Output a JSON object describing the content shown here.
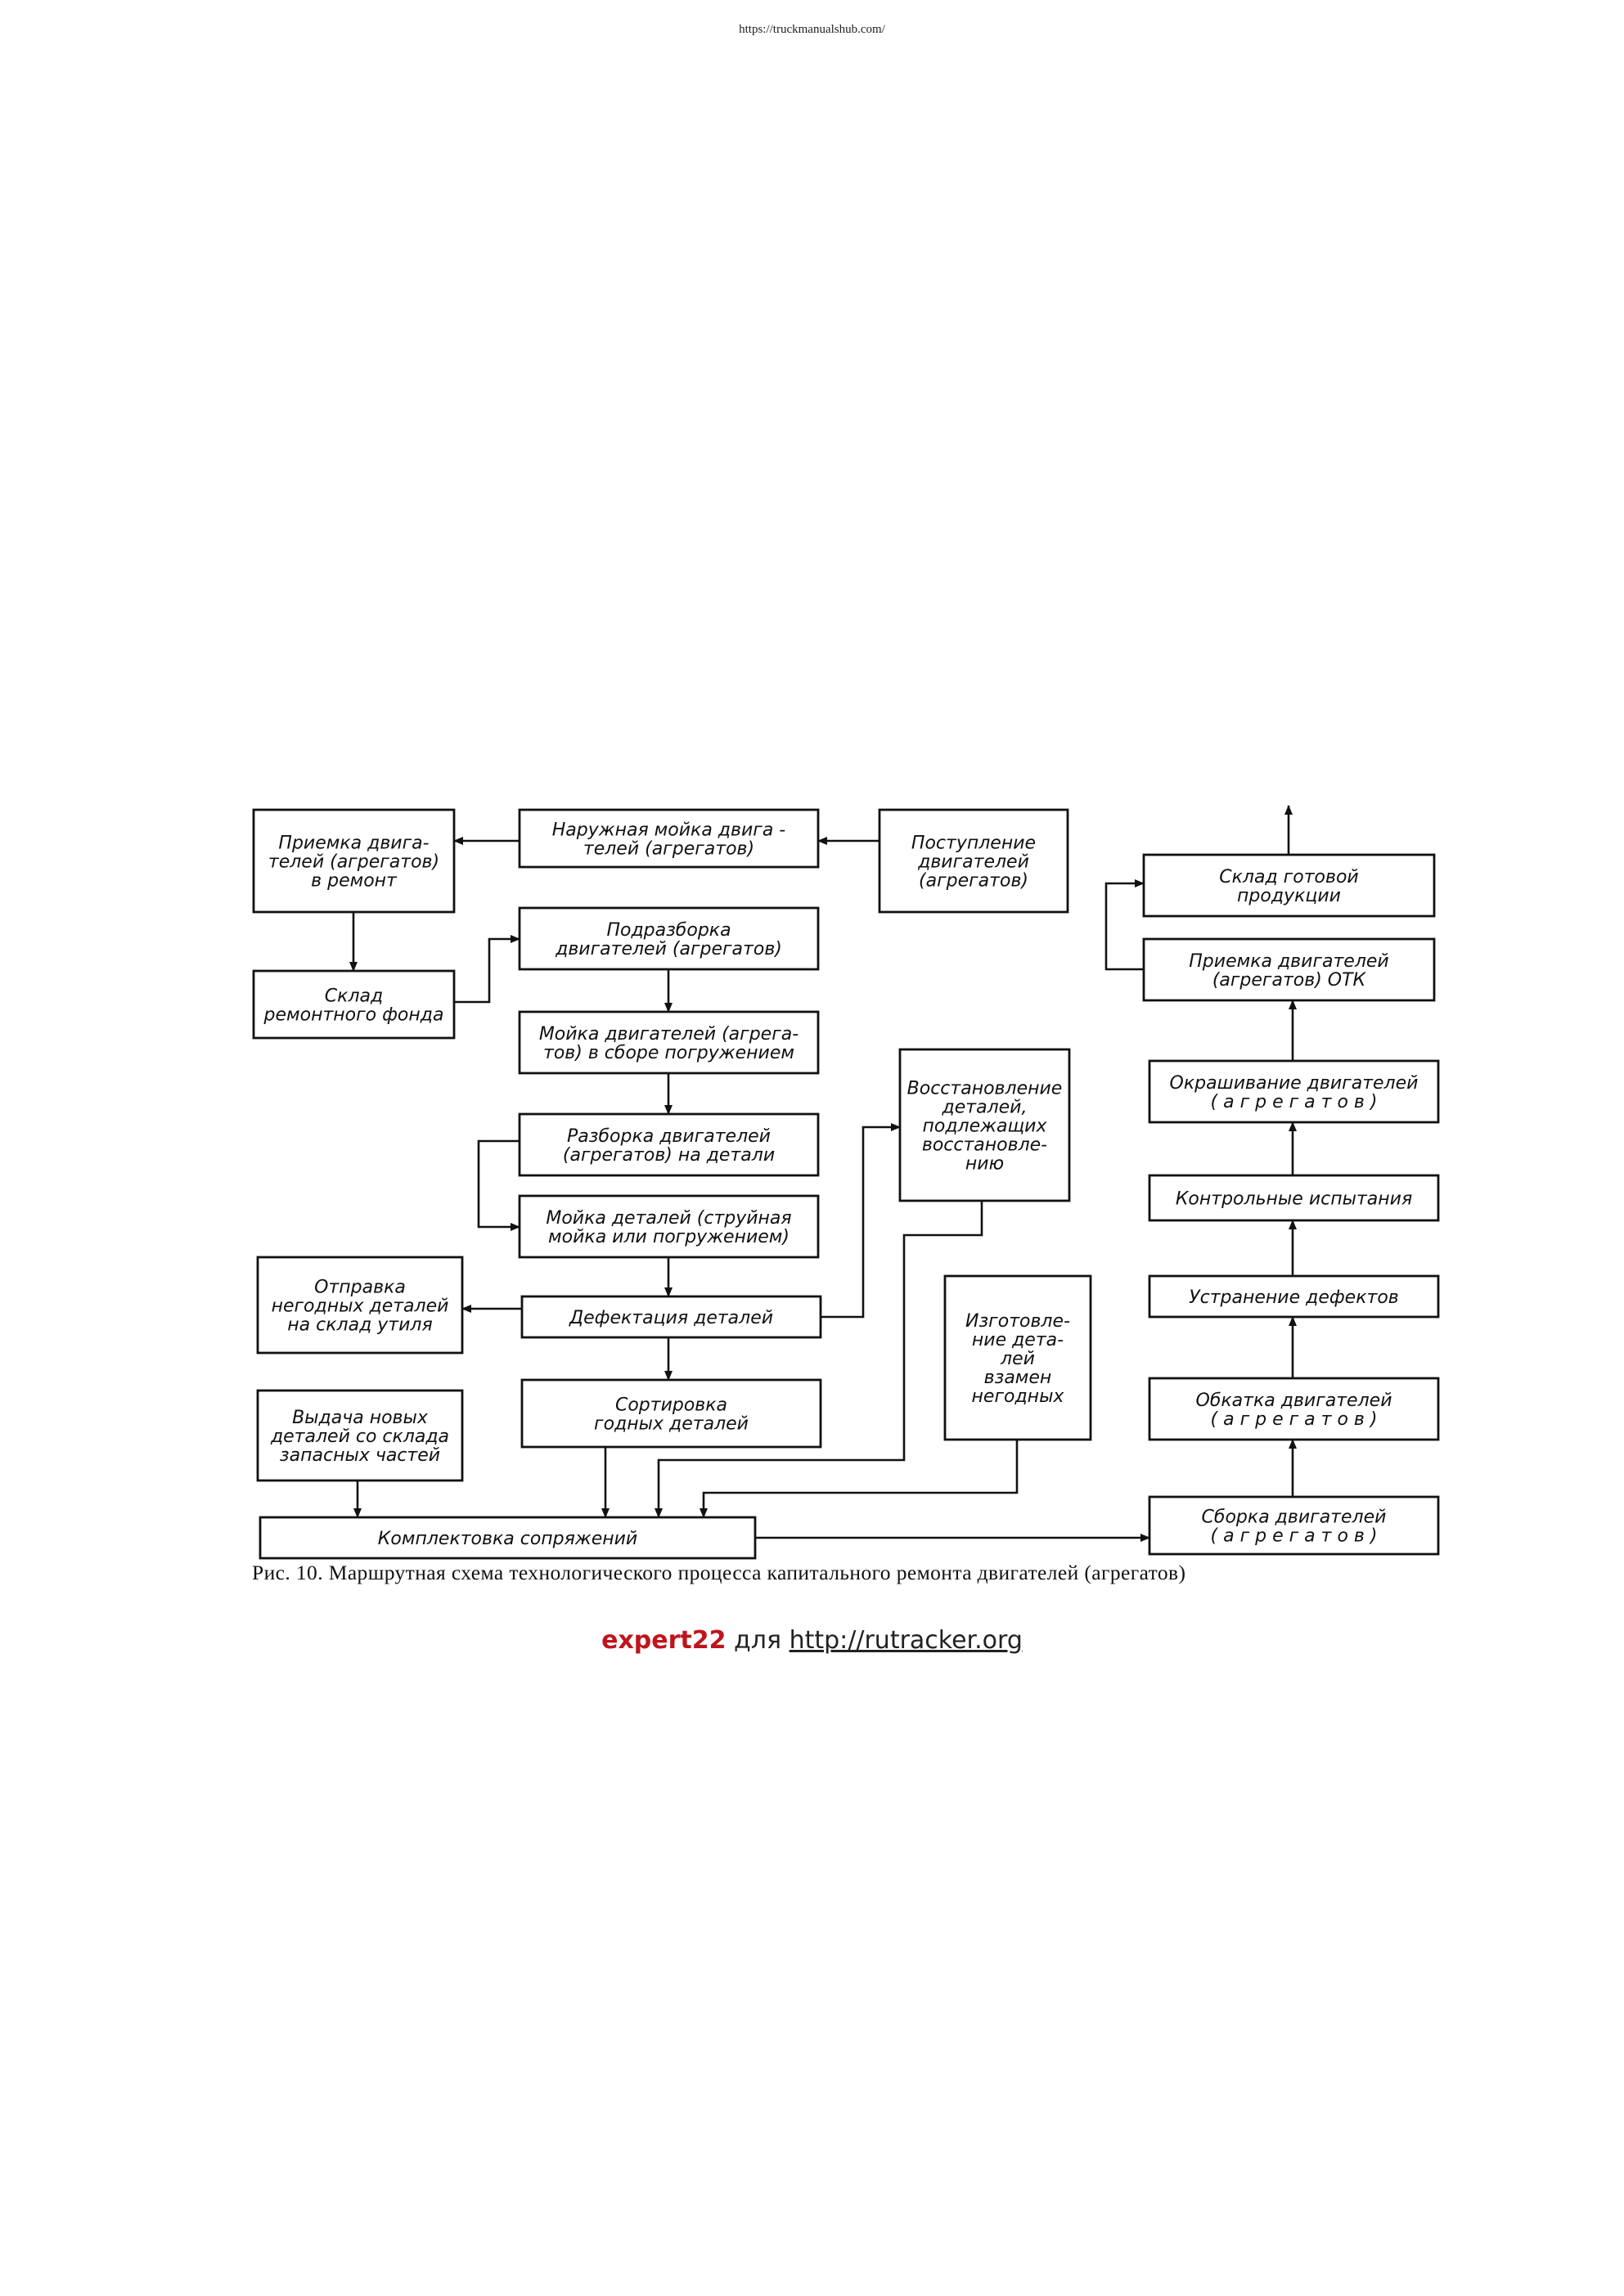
{
  "header": {
    "url": "https://truckmanualshub.com/"
  },
  "diagram": {
    "nodes": [
      {
        "id": "priemka-remont",
        "lines": [
          "Приемка двига-",
          "телей (агрегатов)",
          "в ремонт"
        ]
      },
      {
        "id": "naruzhnaya-moyka",
        "lines": [
          "Наружная мойка двига -",
          "телей (агрегатов)"
        ]
      },
      {
        "id": "postuplenie",
        "lines": [
          "Поступление",
          "двигателей",
          "(агрегатов)"
        ]
      },
      {
        "id": "sklad-remfond",
        "lines": [
          "Склад",
          "ремонтного    фонда"
        ]
      },
      {
        "id": "podrazborka",
        "lines": [
          "Подразборка",
          "двигателей (агрегатов)"
        ]
      },
      {
        "id": "moyka-v-sbore",
        "lines": [
          "Мойка двигателей (агрега-",
          "тов) в сборе погружением"
        ]
      },
      {
        "id": "razborka",
        "lines": [
          "Разборка двигателей",
          "(агрегатов) на детали"
        ]
      },
      {
        "id": "moyka-detaley",
        "lines": [
          "Мойка деталей (струйная",
          "мойка или погружением)"
        ]
      },
      {
        "id": "vosstanovlenie",
        "lines": [
          "Восстановление",
          "деталей,",
          "подлежащих",
          "восстановле-",
          "нию"
        ]
      },
      {
        "id": "otpravka",
        "lines": [
          "Отправка",
          "негодных деталей",
          "на склад утиля"
        ]
      },
      {
        "id": "defektaciya",
        "lines": [
          "Дефектация деталей"
        ]
      },
      {
        "id": "izgotovlenie",
        "lines": [
          "Изготовле-",
          "ние дета-",
          "лей",
          "взамен",
          "негодных"
        ]
      },
      {
        "id": "vydacha",
        "lines": [
          "Выдача новых",
          "деталей со склада",
          "запасных частей"
        ]
      },
      {
        "id": "sortirovka",
        "lines": [
          "Сортировка",
          "годных деталей"
        ]
      },
      {
        "id": "komplektovka",
        "lines": [
          "Комплектовка сопряжений"
        ]
      },
      {
        "id": "sborka",
        "lines": [
          "Сборка двигателей",
          "( а г р е г а т о в )"
        ]
      },
      {
        "id": "obkatka",
        "lines": [
          "Обкатка двигателей",
          "( а г р е г а т о в )"
        ]
      },
      {
        "id": "ustranenie",
        "lines": [
          "Устранение дефектов"
        ]
      },
      {
        "id": "kontrol",
        "lines": [
          "Контрольные испытания"
        ]
      },
      {
        "id": "okrashivanie",
        "lines": [
          "Окрашивание двигателей",
          "( а г р е г а т о в )"
        ]
      },
      {
        "id": "priemka-otk",
        "lines": [
          "Приемка двигателей",
          "(агрегатов) ОТК"
        ]
      },
      {
        "id": "sklad-gotovoy",
        "lines": [
          "Склад готовой",
          "продукции"
        ]
      }
    ],
    "edges": [
      {
        "from": "postuplenie",
        "to": "naruzhnaya-moyka"
      },
      {
        "from": "naruzhnaya-moyka",
        "to": "priemka-remont"
      },
      {
        "from": "priemka-remont",
        "to": "sklad-remfond"
      },
      {
        "from": "sklad-remfond",
        "to": "podrazborka"
      },
      {
        "from": "podrazborka",
        "to": "moyka-v-sbore"
      },
      {
        "from": "moyka-v-sbore",
        "to": "razborka"
      },
      {
        "from": "razborka",
        "to": "moyka-detaley"
      },
      {
        "from": "moyka-detaley",
        "to": "defektaciya"
      },
      {
        "from": "defektaciya",
        "to": "otpravka"
      },
      {
        "from": "defektaciya",
        "to": "vosstanovlenie"
      },
      {
        "from": "defektaciya",
        "to": "sortirovka"
      },
      {
        "from": "vosstanovlenie",
        "to": "komplektovka"
      },
      {
        "from": "izgotovlenie",
        "to": "komplektovka"
      },
      {
        "from": "vydacha",
        "to": "komplektovka"
      },
      {
        "from": "sortirovka",
        "to": "komplektovka"
      },
      {
        "from": "komplektovka",
        "to": "sborka"
      },
      {
        "from": "sborka",
        "to": "obkatka"
      },
      {
        "from": "obkatka",
        "to": "ustranenie"
      },
      {
        "from": "ustranenie",
        "to": "kontrol"
      },
      {
        "from": "kontrol",
        "to": "okrashivanie"
      },
      {
        "from": "okrashivanie",
        "to": "priemka-otk"
      },
      {
        "from": "priemka-otk",
        "to": "sklad-gotovoy"
      }
    ]
  },
  "caption": "Рис. 10. Маршрутная схема технологического процесса капитального ремонта двигателей (агрегатов)",
  "credit": {
    "author": "expert22",
    "middle": " для ",
    "link": "http://rutracker.org"
  }
}
